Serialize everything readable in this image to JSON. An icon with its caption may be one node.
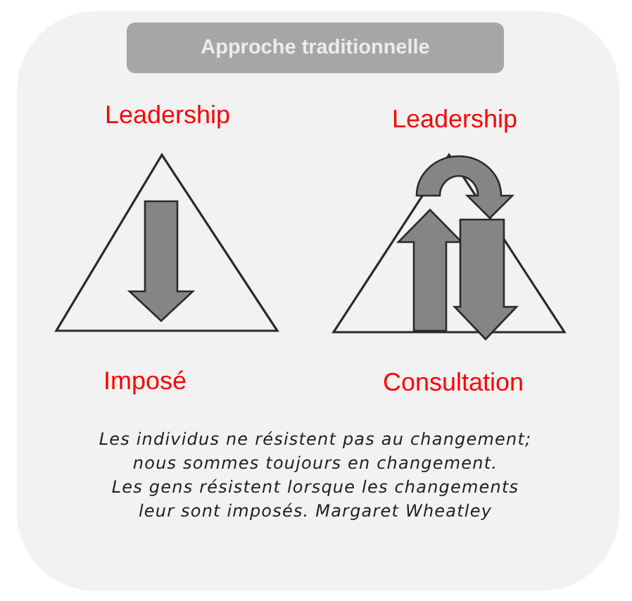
{
  "diagram": {
    "title": "Approche traditionnelle",
    "nodes": [
      {
        "text": [
          "Leadership"
        ],
        "beside": [
          "Imposé"
        ]
      },
      {
        "text": [
          "Leadership"
        ],
        "beside": [
          "Consultation"
        ]
      }
    ],
    "labels": [
      "Les individus ne résistent pas au changement; nous sommes toujours en changement.",
      "Les gens résistent lorsque les changements leur sont imposés. Margaret Wheatley"
    ]
  }
}
